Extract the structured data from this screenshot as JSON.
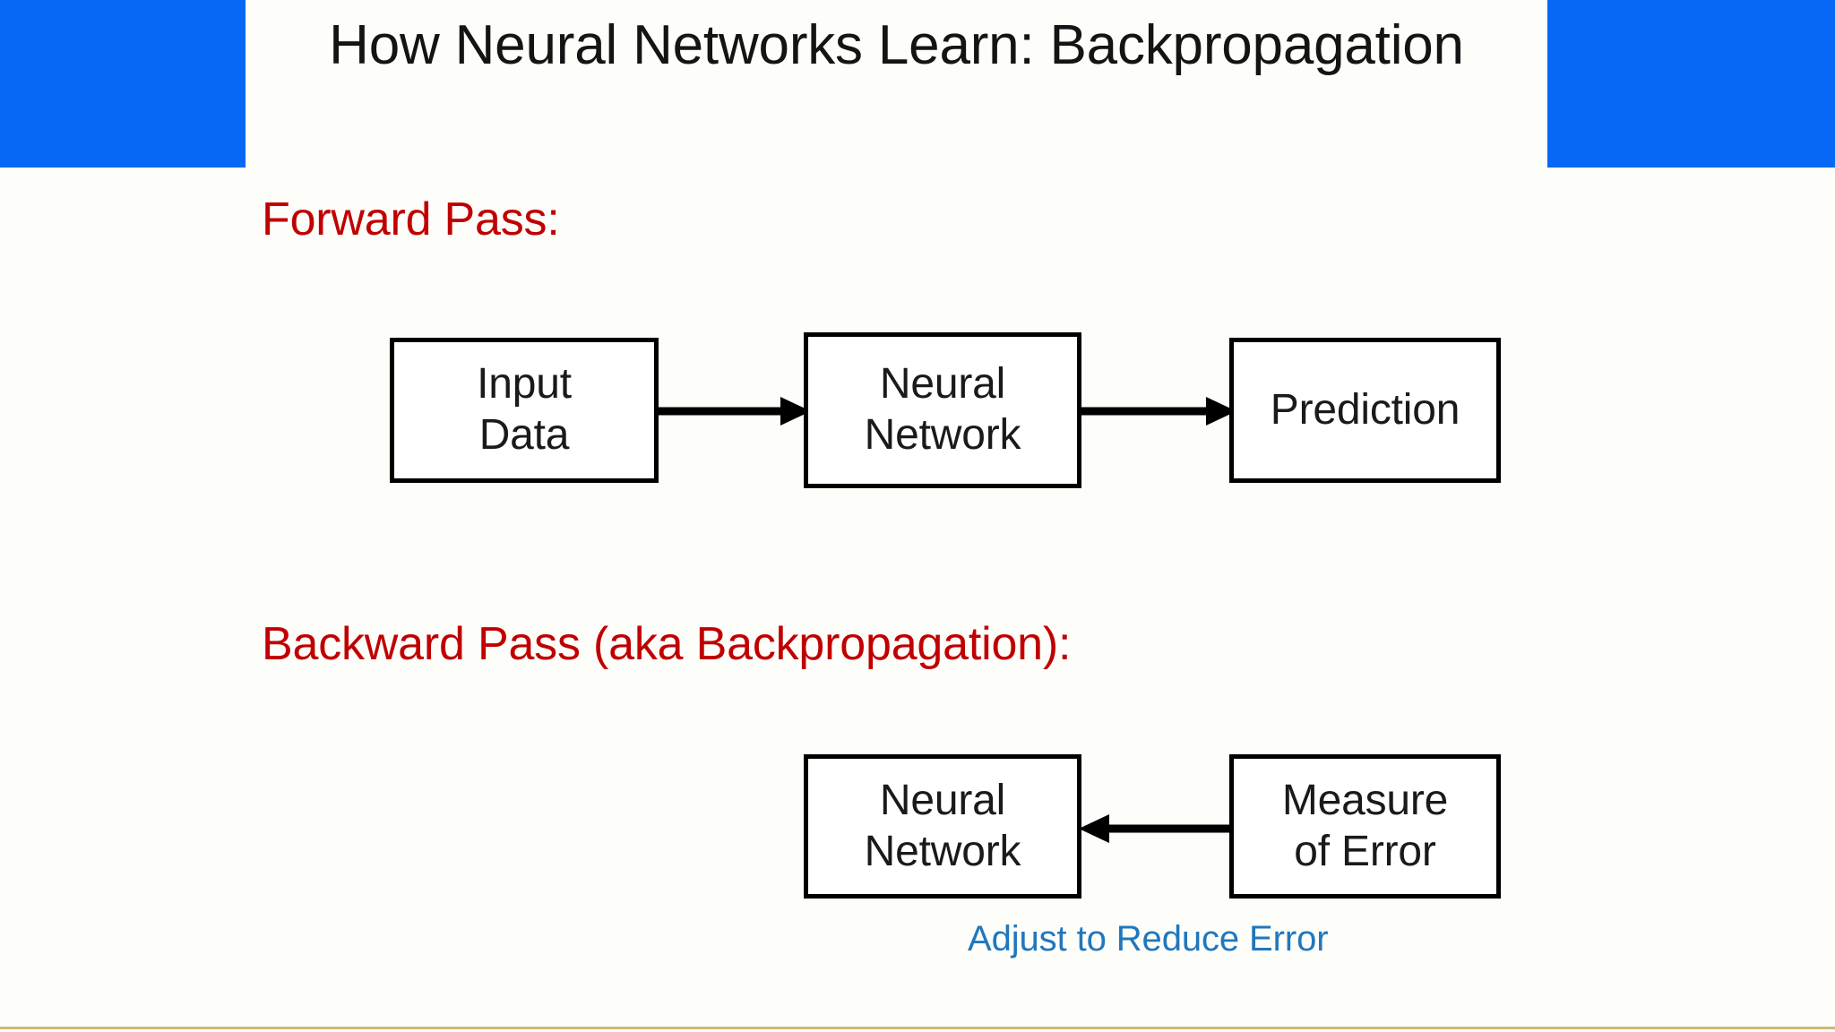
{
  "slide": {
    "title": "How Neural Networks Learn: Backpropagation",
    "background_color": "#fdfdfa",
    "banner_color": "#0668f5",
    "heading_color": "#c00000",
    "caption_color": "#2077bd",
    "box_border_color": "#000000",
    "rule_color": "#cdb87a"
  },
  "sections": {
    "forward": {
      "heading": "Forward Pass:",
      "boxes": [
        {
          "line1": "Input",
          "line2": "Data"
        },
        {
          "line1": "Neural",
          "line2": "Network"
        },
        {
          "line1": "Prediction",
          "line2": ""
        }
      ],
      "arrows": [
        {
          "name": "input-to-network",
          "direction": "right"
        },
        {
          "name": "network-to-prediction",
          "direction": "right"
        }
      ]
    },
    "backward": {
      "heading": "Backward Pass (aka Backpropagation):",
      "boxes": [
        {
          "line1": "Neural",
          "line2": "Network"
        },
        {
          "line1": "Measure",
          "line2": "of Error"
        }
      ],
      "arrows": [
        {
          "name": "error-to-network",
          "direction": "left"
        }
      ],
      "caption": "Adjust to Reduce Error"
    }
  }
}
